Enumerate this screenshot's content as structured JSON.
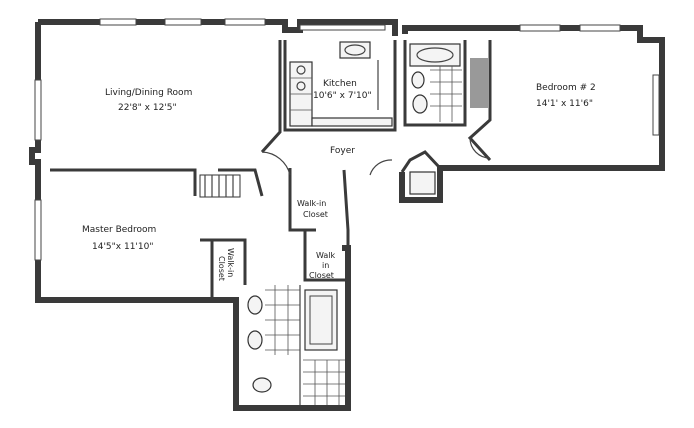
{
  "rooms": {
    "living": {
      "name": "Living/Dining Room",
      "dims": "22'8\" x 12'5\""
    },
    "kitchen": {
      "name": "Kitchen",
      "dims": "10'6\" x 7'10\""
    },
    "bedroom2": {
      "name": "Bedroom # 2",
      "dims": "14'1' x 11'6\""
    },
    "foyer": {
      "name": "Foyer"
    },
    "master": {
      "name": "Master Bedroom",
      "dims": "14'5\"x 11'10\""
    },
    "walkin_closet_1": {
      "line1": "Walk-in",
      "line2": "Closet"
    },
    "walkin_closet_2": {
      "line1": "Walk",
      "line2": "in",
      "line3": "Closet"
    },
    "walkin_closet_3": {
      "line1": "Walk-in",
      "line2": "Closet"
    }
  },
  "colors": {
    "wall": "#3a3a3a",
    "paper": "#ffffff"
  }
}
